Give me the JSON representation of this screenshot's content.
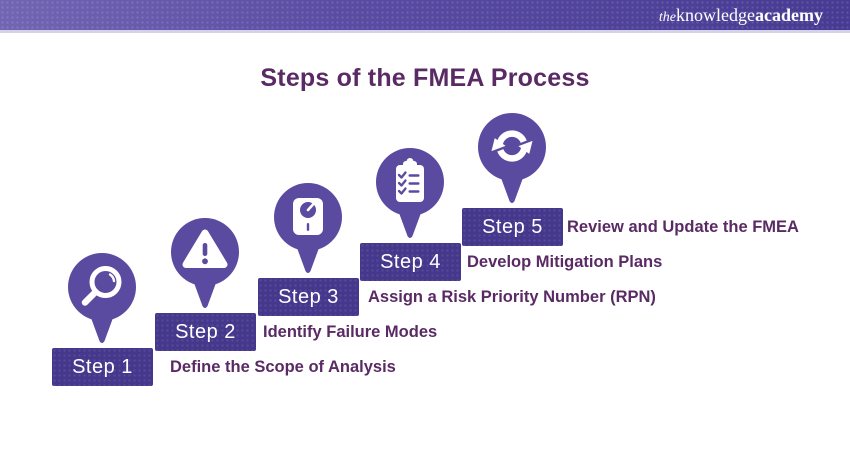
{
  "brand": {
    "the": "the",
    "knowledge": "knowledge",
    "academy": "academy"
  },
  "title": "Steps of the FMEA Process",
  "colors": {
    "bar_gradient_left": "#7265b3",
    "bar_gradient_right": "#473a92",
    "bar_bottom_line": "#d6d1ea",
    "step_box_purple": "#45388c",
    "pin_purple": "#5a4aa0",
    "heading_text_purple": "#5a2a64",
    "step_text_white": "#ffffff"
  },
  "steps": [
    {
      "label": "Step 1",
      "description": "Define the Scope of Analysis",
      "icon": "magnifier-icon"
    },
    {
      "label": "Step 2",
      "description": "Identify Failure Modes",
      "icon": "warning-icon"
    },
    {
      "label": "Step 3",
      "description": "Assign a Risk Priority Number (RPN)",
      "icon": "scale-icon"
    },
    {
      "label": "Step 4",
      "description": "Develop Mitigation Plans",
      "icon": "clipboard-icon"
    },
    {
      "label": "Step 5",
      "description": "Review and Update the FMEA",
      "icon": "refresh-icon"
    }
  ]
}
